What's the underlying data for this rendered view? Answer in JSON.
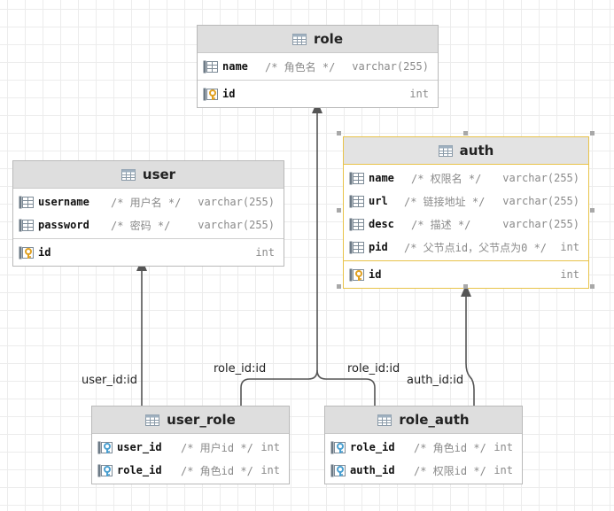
{
  "tables": {
    "role": {
      "title": "role",
      "columns": [
        {
          "name": "name",
          "comment": "/* 角色名 */",
          "type": "varchar(255)"
        },
        {
          "name": "id",
          "comment": "",
          "type": "int"
        }
      ]
    },
    "user": {
      "title": "user",
      "columns": [
        {
          "name": "username",
          "comment": "/* 用户名 */",
          "type": "varchar(255)"
        },
        {
          "name": "password",
          "comment": "/* 密码 */",
          "type": "varchar(255)"
        },
        {
          "name": "id",
          "comment": "",
          "type": "int"
        }
      ]
    },
    "auth": {
      "title": "auth",
      "columns": [
        {
          "name": "name",
          "comment": "/* 权限名 */",
          "type": "varchar(255)"
        },
        {
          "name": "url",
          "comment": "/* 链接地址 */",
          "type": "varchar(255)"
        },
        {
          "name": "desc",
          "comment": "/* 描述 */",
          "type": "varchar(255)"
        },
        {
          "name": "pid",
          "comment": "/* 父节点id，父节点为0 */",
          "type": "int"
        },
        {
          "name": "id",
          "comment": "",
          "type": "int"
        }
      ]
    },
    "user_role": {
      "title": "user_role",
      "columns": [
        {
          "name": "user_id",
          "comment": "/* 用户id */",
          "type": "int"
        },
        {
          "name": "role_id",
          "comment": "/* 角色id */",
          "type": "int"
        }
      ]
    },
    "role_auth": {
      "title": "role_auth",
      "columns": [
        {
          "name": "role_id",
          "comment": "/* 角色id */",
          "type": "int"
        },
        {
          "name": "auth_id",
          "comment": "/* 权限id */",
          "type": "int"
        }
      ]
    }
  },
  "relations": {
    "user_role_user": "user_id:id",
    "user_role_role": "role_id:id",
    "role_auth_role": "role_id:id",
    "role_auth_auth": "auth_id:id"
  },
  "colors": {
    "selected_border": "#e8c34a",
    "header_bg": "#dedede",
    "edge": "#555555",
    "pk_key": "#e0a020",
    "fk_key": "#4a9fd0"
  }
}
